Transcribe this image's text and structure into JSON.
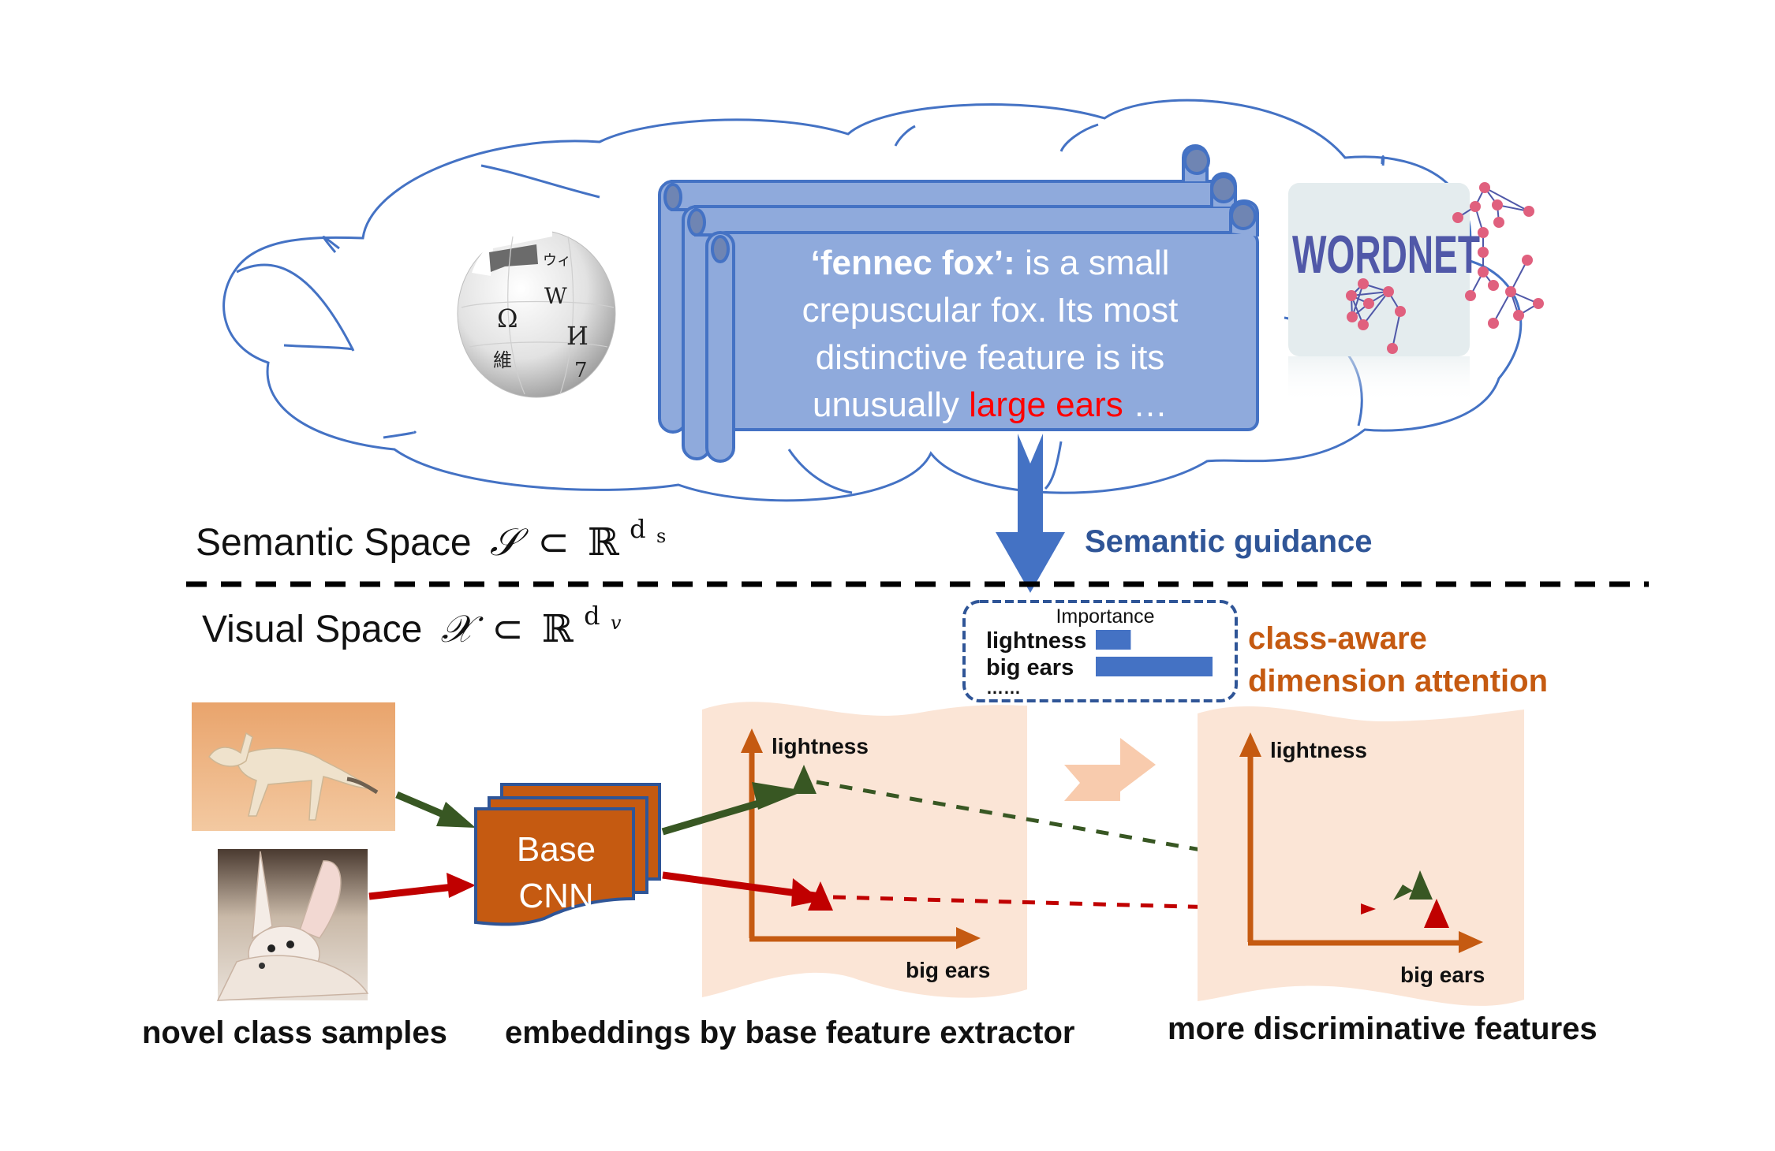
{
  "figure": {
    "semantic_space": {
      "label": "Semantic Space",
      "symbol": "𝒮",
      "subset": "⊂",
      "reals": "ℝ",
      "superscript": "d",
      "subscript": "s"
    },
    "visual_space": {
      "label": "Visual Space",
      "symbol": "𝒳",
      "subset": "⊂",
      "reals": "ℝ",
      "superscript": "d",
      "subscript": "v"
    },
    "knowledge_sources": {
      "wikipedia": {
        "icon": "wikipedia-globe-icon",
        "glyphs": [
          "Ω",
          "W",
          "И",
          "維",
          "ウィ",
          "7"
        ]
      },
      "wordnet": {
        "icon": "wordnet-logo-icon",
        "logo_text": "WORDNET",
        "node_color": "#e0607e",
        "text_color": "#5058a8"
      }
    },
    "scroll": {
      "term": "‘fennec fox’:",
      "line1_rest": " is a small",
      "line2": "crepuscular fox. Its most",
      "line3": "distinctive feature is its",
      "line4_pre": "unusually ",
      "line4_highlight": "large ears",
      "line4_post": " …",
      "fill_color": "#8faadc",
      "stroke_color": "#4472c4",
      "highlight_color": "#ff0000"
    },
    "semantic_guidance": {
      "label": "Semantic guidance",
      "color": "#2f5597"
    },
    "importance_box": {
      "title": "Importance",
      "rows": [
        {
          "label": "lightness",
          "importance": 0.3
        },
        {
          "label": "big ears",
          "importance": 1.0
        }
      ],
      "ellipsis": "……",
      "bar_color": "#4472c4"
    },
    "attention_label": {
      "line1": "class-aware",
      "line2": "dimension attention",
      "color": "#c55a11"
    },
    "base_cnn": {
      "line1": "Base",
      "line2": "CNN",
      "fill_color": "#c55a11",
      "stroke_color": "#2f5597"
    },
    "samples": {
      "caption": "novel class samples",
      "items": [
        {
          "name": "fennec-walking-photo",
          "arrow_color": "#385723"
        },
        {
          "name": "fennec-lying-photo",
          "arrow_color": "#c00000"
        }
      ]
    },
    "embedding_panel": {
      "caption": "embeddings by base feature extractor",
      "y_axis": "lightness",
      "x_axis": "big ears"
    },
    "discriminative_panel": {
      "caption": "more discriminative features",
      "y_axis": "lightness",
      "x_axis": "big ears"
    },
    "colors": {
      "cloud_stroke": "#4472c4",
      "panel_fill": "#fbe5d6",
      "axis_color": "#c55a11",
      "green": "#385723",
      "red": "#c00000",
      "transition_arrow": "#f8cbad"
    }
  }
}
